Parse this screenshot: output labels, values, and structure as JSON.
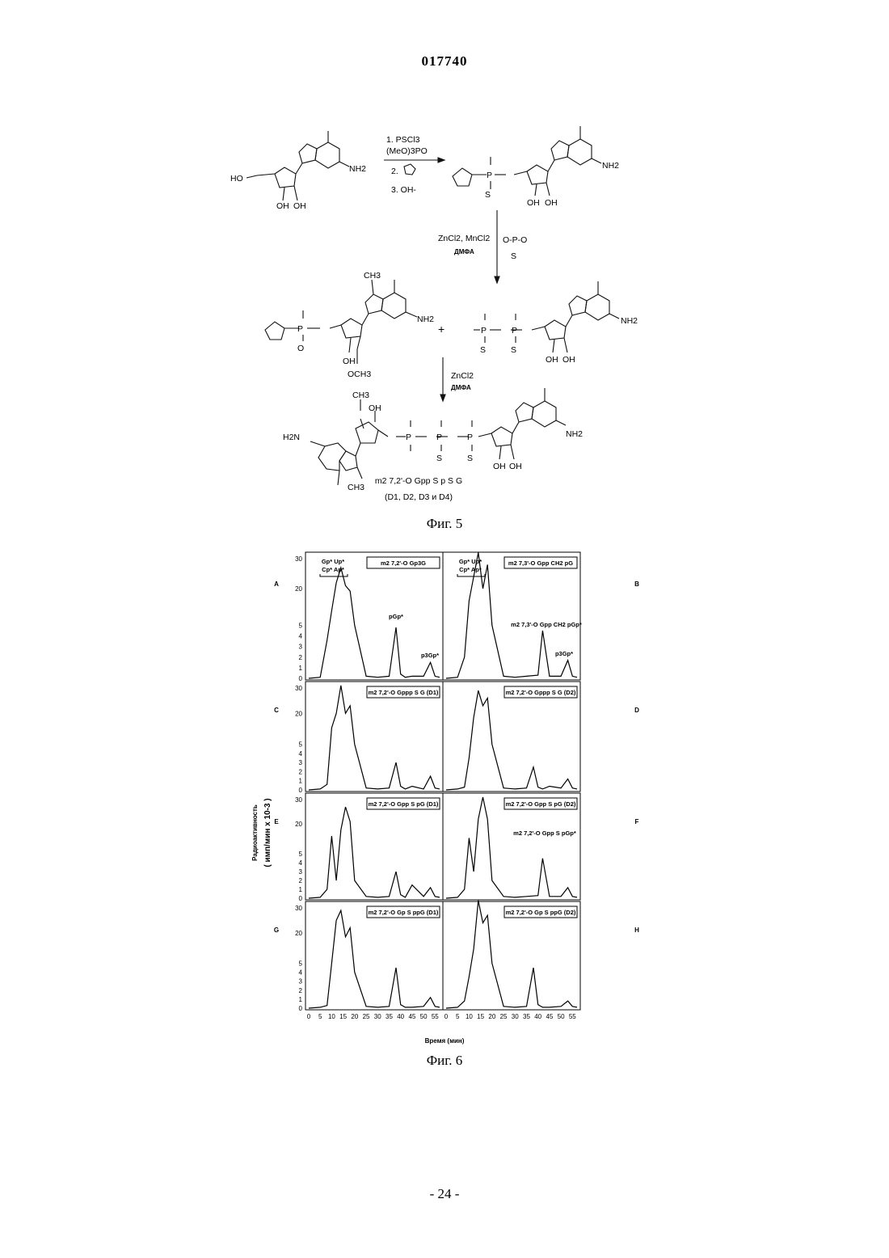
{
  "header": {
    "page_id": "017740"
  },
  "figure5": {
    "caption": "Фиг. 5",
    "reagents_step1": {
      "line1": "1. PSCl3",
      "line2": "(MeO)3PO",
      "line3": "2.",
      "line4": "3. OH-"
    },
    "reagents_step2": {
      "line1": "ZnCl2, MnCl2",
      "line2": "ДМФА"
    },
    "reagents_step3": {
      "line1": "ZnCl2",
      "line2": "ДМФА"
    },
    "atoms": {
      "oh": "OH",
      "och3": "OCH3",
      "ho": "HO",
      "nh2": "NH2",
      "h2n": "H2N",
      "ch3": "CH3",
      "s": "S",
      "plus": "+"
    },
    "product_name": "m2 7,2'-O Gpp S p S G",
    "product_isomers": "(D1, D2, D3 и D4)"
  },
  "figure6": {
    "caption": "Фиг. 6",
    "y_axis_label": "Радиоактивность",
    "y_axis_units": "( имп/мин x 10-3 )",
    "x_axis_label": "Время (мин)",
    "panel_letters": [
      "A",
      "B",
      "C",
      "D",
      "E",
      "F",
      "G",
      "H"
    ]
  },
  "chart_data": [
    {
      "type": "line",
      "panel": "A",
      "legend": "m2 7,2'-O Gp3G",
      "bracket_labels": [
        "Gp* Up*",
        "Cp* Ap*"
      ],
      "annotations": [
        "pGp*",
        "p3Gp*"
      ],
      "xlim": [
        0,
        57
      ],
      "yticks": [
        0,
        1,
        2,
        3,
        4,
        5,
        20,
        30
      ],
      "x": [
        0,
        5,
        8,
        10,
        12,
        14,
        16,
        18,
        20,
        25,
        30,
        35,
        38,
        40,
        42,
        45,
        50,
        53,
        55,
        57
      ],
      "y": [
        0,
        0.1,
        3.6,
        11,
        22,
        27,
        21,
        19,
        5,
        0.2,
        0.1,
        0.2,
        4.8,
        0.4,
        0.1,
        0.2,
        0.2,
        1.5,
        0.2,
        0.1
      ]
    },
    {
      "type": "line",
      "panel": "B",
      "legend": "m2 7,3'-O Gpp CH2 pG",
      "bracket_labels": [
        "Gp* Up*",
        "Cp* Ap*"
      ],
      "annotations": [
        "m2 7,3'-O Gpp CH2 pGp*",
        "p3Gp*"
      ],
      "xlim": [
        0,
        57
      ],
      "yticks": [
        0,
        1,
        2,
        3,
        4,
        5,
        20,
        30
      ],
      "x": [
        0,
        5,
        8,
        10,
        12,
        14,
        16,
        18,
        20,
        25,
        30,
        35,
        40,
        42,
        45,
        50,
        53,
        55,
        57
      ],
      "y": [
        0,
        0.1,
        2,
        15,
        24,
        32,
        20,
        28,
        5,
        0.2,
        0.1,
        0.2,
        0.3,
        4.5,
        0.2,
        0.2,
        1.7,
        0.2,
        0.1
      ]
    },
    {
      "type": "line",
      "panel": "C",
      "legend": "m2 7,2'-O Gppp S G (D1)",
      "xlim": [
        0,
        57
      ],
      "yticks": [
        0,
        1,
        2,
        3,
        4,
        5,
        20,
        30
      ],
      "x": [
        0,
        5,
        8,
        10,
        12,
        14,
        16,
        18,
        20,
        25,
        30,
        35,
        38,
        40,
        42,
        45,
        50,
        53,
        55,
        57
      ],
      "y": [
        0,
        0.1,
        0.6,
        13,
        20,
        31,
        20,
        23,
        5,
        0.2,
        0.1,
        0.2,
        3,
        0.4,
        0.1,
        0.4,
        0.1,
        1.5,
        0.2,
        0.1
      ]
    },
    {
      "type": "line",
      "panel": "D",
      "legend": "m2 7,2'-O Gppp S G (D2)",
      "xlim": [
        0,
        57
      ],
      "yticks": [
        0,
        1,
        2,
        3,
        4,
        5,
        20,
        30
      ],
      "x": [
        0,
        5,
        8,
        10,
        12,
        14,
        16,
        18,
        20,
        25,
        30,
        35,
        38,
        40,
        42,
        45,
        50,
        53,
        55,
        57
      ],
      "y": [
        0,
        0.1,
        0.3,
        3.5,
        18,
        29,
        23,
        26,
        5,
        0.2,
        0.1,
        0.2,
        2.5,
        0.3,
        0.1,
        0.4,
        0.2,
        1.2,
        0.2,
        0.1
      ]
    },
    {
      "type": "line",
      "panel": "E",
      "legend": "m2 7,2'-O Gpp S pG (D1)",
      "xlim": [
        0,
        57
      ],
      "yticks": [
        0,
        1,
        2,
        3,
        4,
        5,
        20,
        30
      ],
      "x": [
        0,
        5,
        8,
        10,
        12,
        14,
        16,
        18,
        20,
        25,
        30,
        35,
        38,
        40,
        42,
        45,
        50,
        53,
        55,
        57
      ],
      "y": [
        0,
        0.1,
        1,
        14,
        2,
        17,
        27,
        21,
        2,
        0.2,
        0.1,
        0.2,
        3,
        0.4,
        0.1,
        1.5,
        0.2,
        1.2,
        0.2,
        0.1
      ]
    },
    {
      "type": "line",
      "panel": "F",
      "legend": "m2 7,2'-O Gpp S pG (D2)",
      "annotations": [
        "m2 7,2'-O Gpp S pGp*"
      ],
      "xlim": [
        0,
        57
      ],
      "yticks": [
        0,
        1,
        2,
        3,
        4,
        5,
        20,
        30
      ],
      "x": [
        0,
        5,
        8,
        10,
        12,
        14,
        16,
        18,
        20,
        25,
        30,
        35,
        40,
        42,
        45,
        50,
        53,
        55,
        57
      ],
      "y": [
        0,
        0.1,
        1,
        13,
        3,
        22,
        31,
        22,
        2,
        0.2,
        0.1,
        0.2,
        0.3,
        4.5,
        0.2,
        0.2,
        1.2,
        0.2,
        0.1
      ]
    },
    {
      "type": "line",
      "panel": "G",
      "legend": "m2 7,2'-O Gp S ppG (D1)",
      "xlim": [
        0,
        57
      ],
      "yticks": [
        0,
        1,
        2,
        3,
        4,
        5,
        20,
        30
      ],
      "x": [
        0,
        5,
        8,
        10,
        12,
        14,
        16,
        18,
        20,
        25,
        30,
        35,
        38,
        40,
        42,
        45,
        50,
        53,
        55,
        57
      ],
      "y": [
        0,
        0.1,
        0.3,
        5,
        25,
        29,
        18,
        22,
        4,
        0.2,
        0.1,
        0.2,
        4.5,
        0.4,
        0.1,
        0.1,
        0.2,
        1.2,
        0.2,
        0.1
      ]
    },
    {
      "type": "line",
      "panel": "H",
      "legend": "m2 7,2'-O Gp S ppG (D2)",
      "xlim": [
        0,
        57
      ],
      "yticks": [
        0,
        1,
        2,
        3,
        4,
        5,
        20,
        30
      ],
      "x": [
        0,
        5,
        8,
        10,
        12,
        14,
        16,
        18,
        20,
        25,
        30,
        35,
        38,
        40,
        42,
        45,
        50,
        53,
        55,
        57
      ],
      "y": [
        0,
        0.1,
        0.8,
        3.5,
        12,
        33,
        24,
        27,
        5,
        0.2,
        0.1,
        0.2,
        4.5,
        0.4,
        0.1,
        0.1,
        0.2,
        0.8,
        0.2,
        0.1
      ]
    }
  ],
  "x_ticks": [
    0,
    5,
    10,
    15,
    20,
    25,
    30,
    35,
    40,
    45,
    50,
    55
  ],
  "footer": {
    "page_label": "- 24 -"
  }
}
